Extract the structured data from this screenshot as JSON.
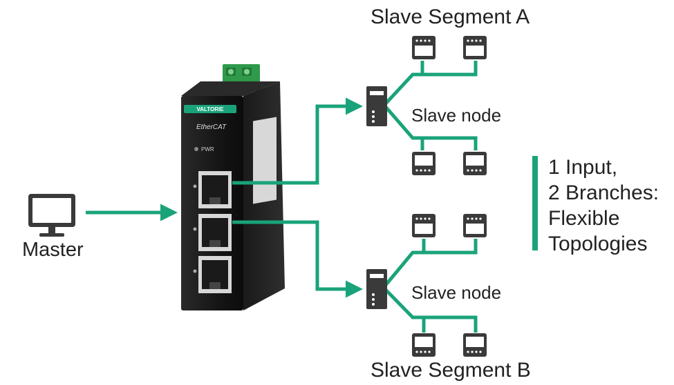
{
  "labels": {
    "master": "Master",
    "segment_a": "Slave Segment A",
    "segment_b": "Slave Segment B",
    "slave_node_a": "Slave node",
    "slave_node_b": "Slave node"
  },
  "device": {
    "brand": "VALTORIE",
    "protocol_logo": "EtherCAT",
    "pwr_label": "PWR"
  },
  "callout": {
    "lines": [
      "1 Input,",
      "2 Branches:",
      "Flexible",
      "Topologies"
    ]
  },
  "colors": {
    "link": "#1aa37a",
    "device_body": "#1c1c1c",
    "icon": "#3a3a3a",
    "terminal": "#2e9a4a"
  },
  "icons": [
    "monitor-icon",
    "server-icon",
    "slave-module-icon"
  ]
}
